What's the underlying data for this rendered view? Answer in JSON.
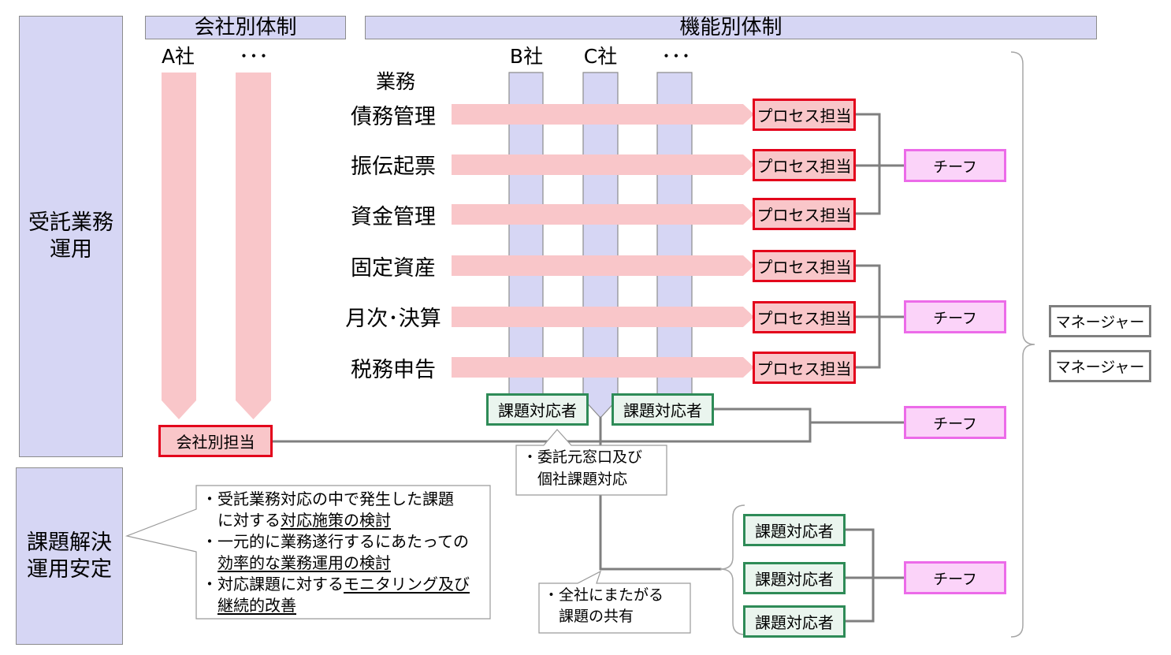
{
  "side_labels": {
    "operations": [
      "受託業務",
      "運用"
    ],
    "stabilization": [
      "課題解決",
      "運用安定"
    ]
  },
  "headers": {
    "by_company": "会社別体制",
    "by_function": "機能別体制"
  },
  "companies": {
    "by_company": [
      "A社",
      "･･･"
    ],
    "by_function": [
      "B社",
      "C社",
      "･･･"
    ]
  },
  "tasks_heading": "業務",
  "tasks": [
    {
      "name": "債務管理",
      "owner": "プロセス担当"
    },
    {
      "name": "振伝起票",
      "owner": "プロセス担当"
    },
    {
      "name": "資金管理",
      "owner": "プロセス担当"
    },
    {
      "name": "固定資産",
      "owner": "プロセス担当"
    },
    {
      "name": "月次･決算",
      "owner": "プロセス担当"
    },
    {
      "name": "税務申告",
      "owner": "プロセス担当"
    }
  ],
  "chiefs": [
    "チーフ",
    "チーフ",
    "チーフ",
    "チーフ"
  ],
  "managers": [
    "マネージャー",
    "マネージャー"
  ],
  "issue_handlers": [
    "課題対応者",
    "課題対応者",
    "課題対応者",
    "課題対応者",
    "課題対応者"
  ],
  "company_rep": "会社別担当",
  "callouts": {
    "client_contact": [
      "・委託元窓口及び",
      "個社課題対応"
    ],
    "shared_issues": [
      "・全社にまたがる",
      "課題の共有"
    ],
    "improvement": [
      {
        "text": "・受託業務対応の中で発生した課題"
      },
      {
        "text": "に対する",
        "underlined": "対応施策の検討"
      },
      {
        "text": "・一元的に業務遂行するにあたっての"
      },
      {
        "underlined": "効率的な業務運用の検討"
      },
      {
        "text": "・対応課題に対する",
        "underlined": "モニタリング及び"
      },
      {
        "underlined": "継続的改善"
      }
    ]
  },
  "colors": {
    "lavender": "#d6d6f4",
    "pink": "#f9c6c9",
    "red": "#e3001b",
    "magenta": "#ec6be9",
    "chief_fill": "#fbd3f9",
    "green": "#2e8b57",
    "handler_fill": "#eaf5ee",
    "line_gray": "#7f7f7f"
  }
}
